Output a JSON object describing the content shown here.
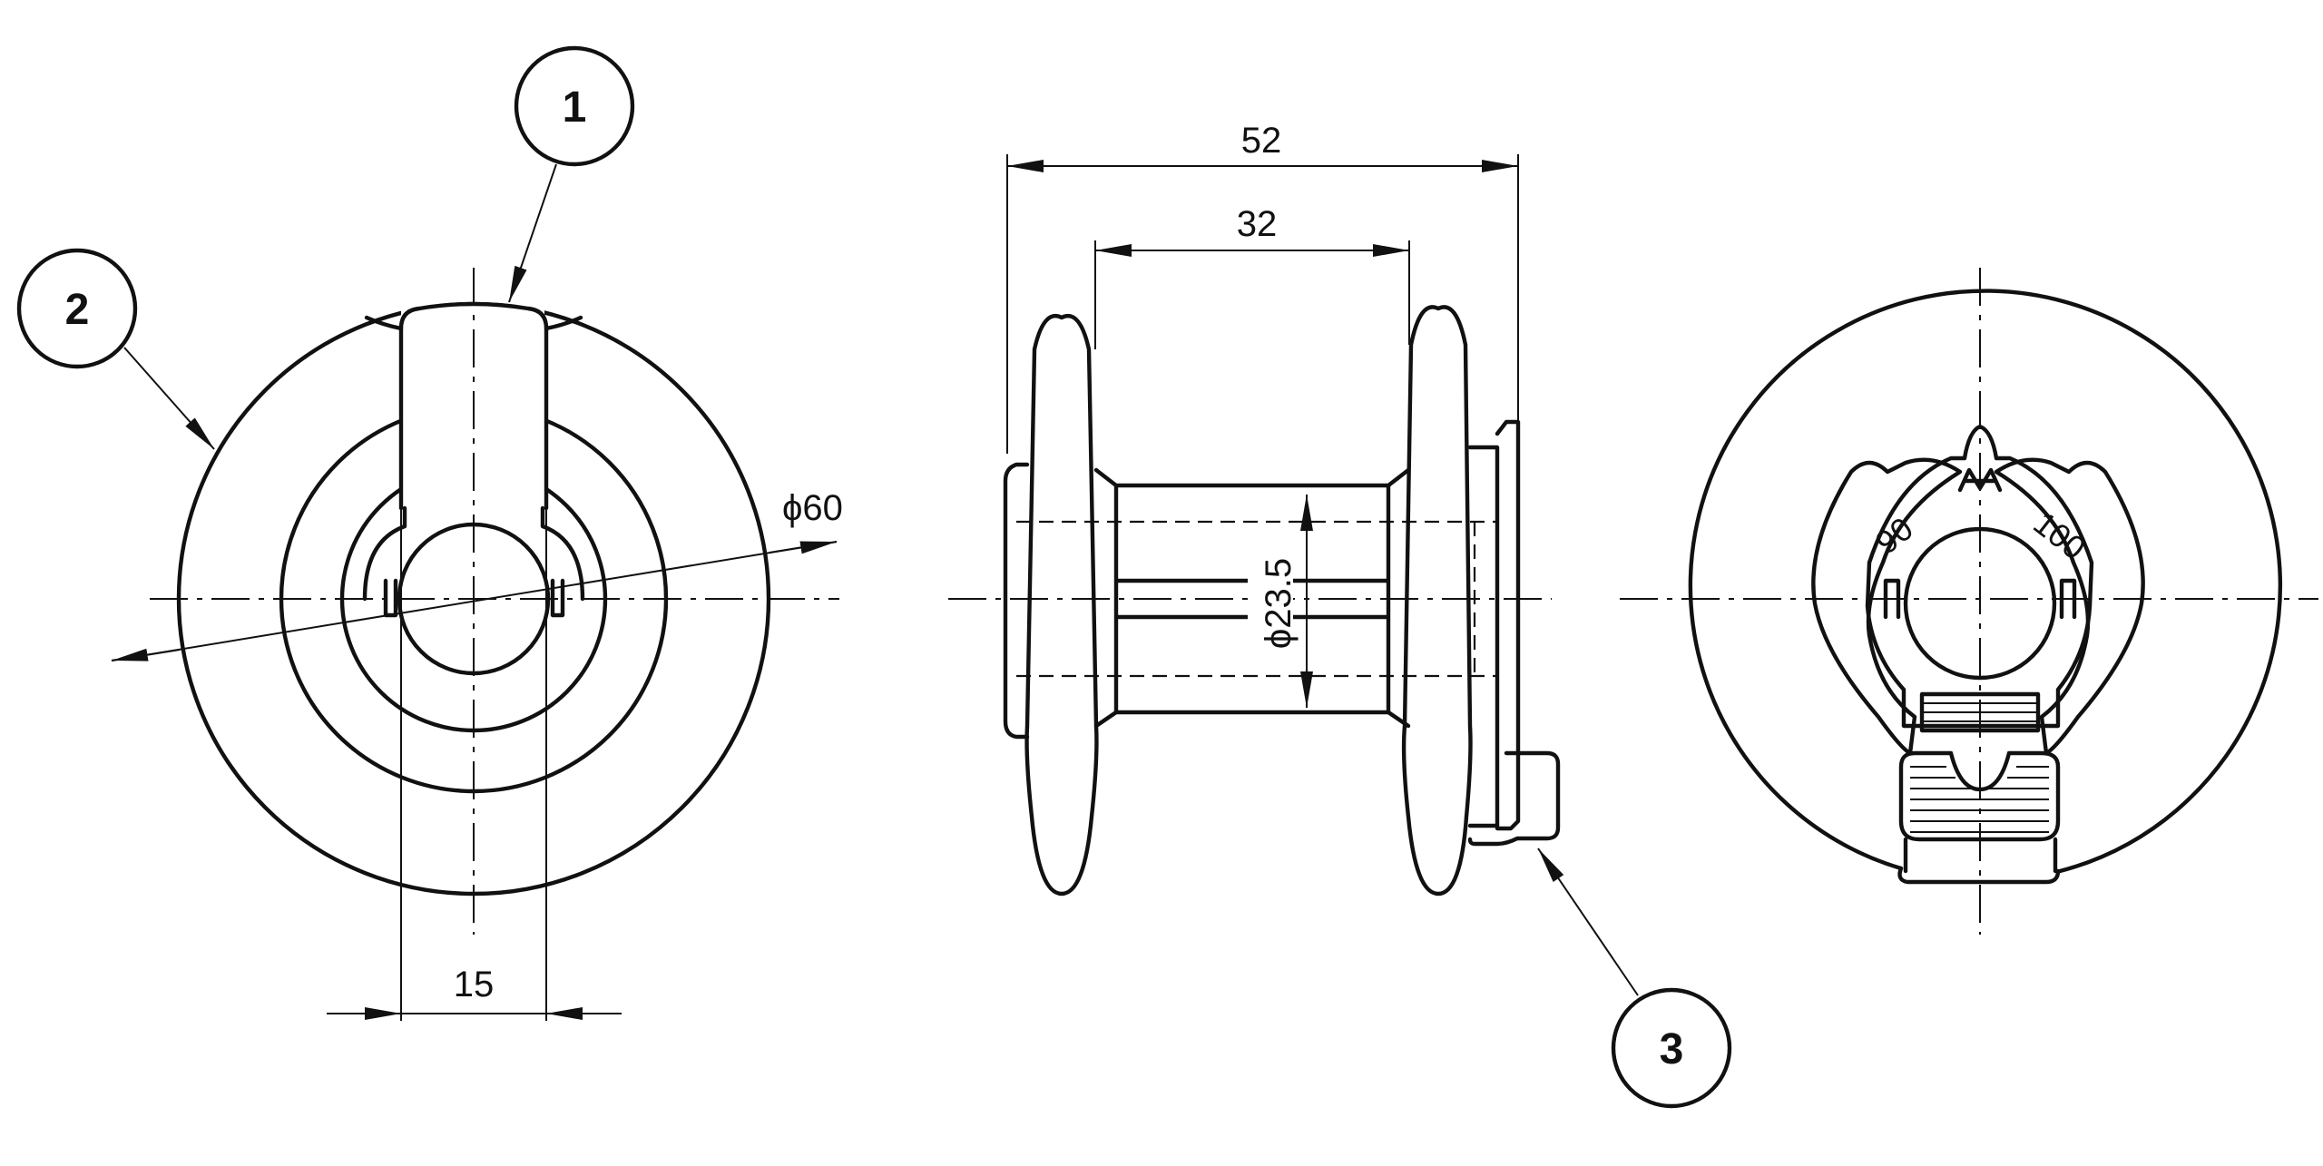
{
  "dimensions": {
    "width_overall": "52",
    "width_inner": "32",
    "core_diameter": "ϕ23.5",
    "outer_diameter": "ϕ60",
    "slot_width": "15"
  },
  "callouts": [
    "1",
    "2",
    "3"
  ],
  "dial_marks": {
    "left": "90",
    "right": "100"
  }
}
